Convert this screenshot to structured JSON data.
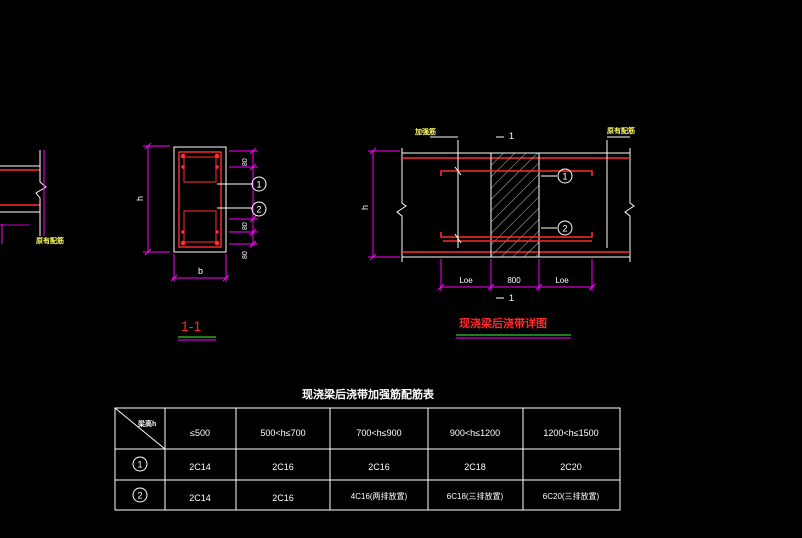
{
  "colors": {
    "background": "#000000",
    "outline": "#ffffff",
    "dimension": "#ff00ff",
    "rebar": "#ff2a2a",
    "stirrup": "#ff3030",
    "title_text": "#ff2a2a",
    "underline_green": "#33ff33",
    "underline_magenta": "#ff00ff",
    "label_yellow": "#ffff66",
    "hatch": "#cccccc",
    "table_line": "#ffffff",
    "table_text": "#ffffff"
  },
  "left_fragment": {
    "label": "原有配筋"
  },
  "section": {
    "height_label": "h",
    "width_label": "b",
    "dim_top": "80",
    "dim_mid": "80",
    "dim_bottom": "80",
    "callout_1": "①",
    "callout_2": "②",
    "title": "1-1"
  },
  "detail": {
    "label_left": "加强筋",
    "label_right": "原有配筋",
    "section_mark_top": "1",
    "section_mark_bottom": "1",
    "height_label": "h",
    "callout_1": "①",
    "callout_2": "②",
    "dim_left": "Loe",
    "dim_mid": "800",
    "dim_right": "Loe",
    "title": "现浇梁后浇带详图"
  },
  "table": {
    "title": "现浇梁后浇带加强筋配筋表",
    "corner_label": "梁高h",
    "headers": [
      "≤500",
      "500<h≤700",
      "700<h≤900",
      "900<h≤1200",
      "1200<h≤1500"
    ],
    "rows": [
      {
        "id": "①",
        "cells": [
          "2C14",
          "2C16",
          "2C16",
          "2C18",
          "2C20"
        ]
      },
      {
        "id": "②",
        "cells": [
          "2C14",
          "2C16",
          "4C16(两排放置)",
          "6C18(三排放置)",
          "6C20(三排放置)"
        ]
      }
    ]
  }
}
